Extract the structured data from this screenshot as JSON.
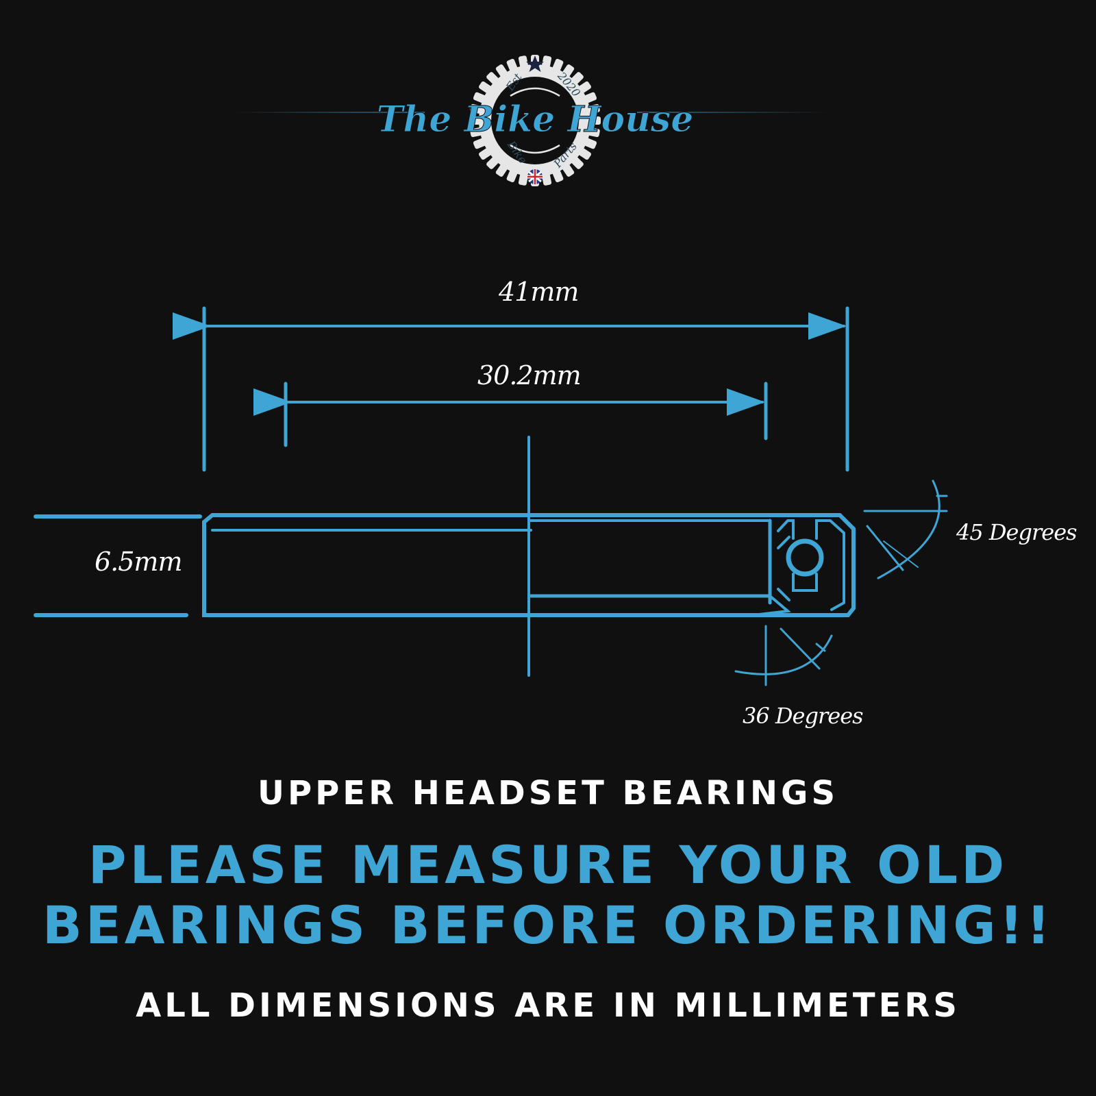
{
  "logo": {
    "brand": "The Bike House",
    "est_left": "Est",
    "est_right": "2020",
    "bottom_left": "Bike",
    "bottom_right": "Parts"
  },
  "diagram": {
    "outer_diameter_label": "41mm",
    "inner_diameter_label": "30.2mm",
    "height_label": "6.5mm",
    "top_angle_label": "45 Degrees",
    "bottom_angle_label": "36 Degrees"
  },
  "text": {
    "product_title": "UPPER HEADSET BEARINGS",
    "warning_line1": "PLEASE MEASURE YOUR OLD",
    "warning_line2": "BEARINGS BEFORE ORDERING!!",
    "footer": "ALL DIMENSIONS ARE IN MILLIMETERS"
  },
  "colors": {
    "background": "#101010",
    "accent": "#3ea5d4",
    "text": "#ffffff",
    "gear": "#e6e6e6"
  }
}
